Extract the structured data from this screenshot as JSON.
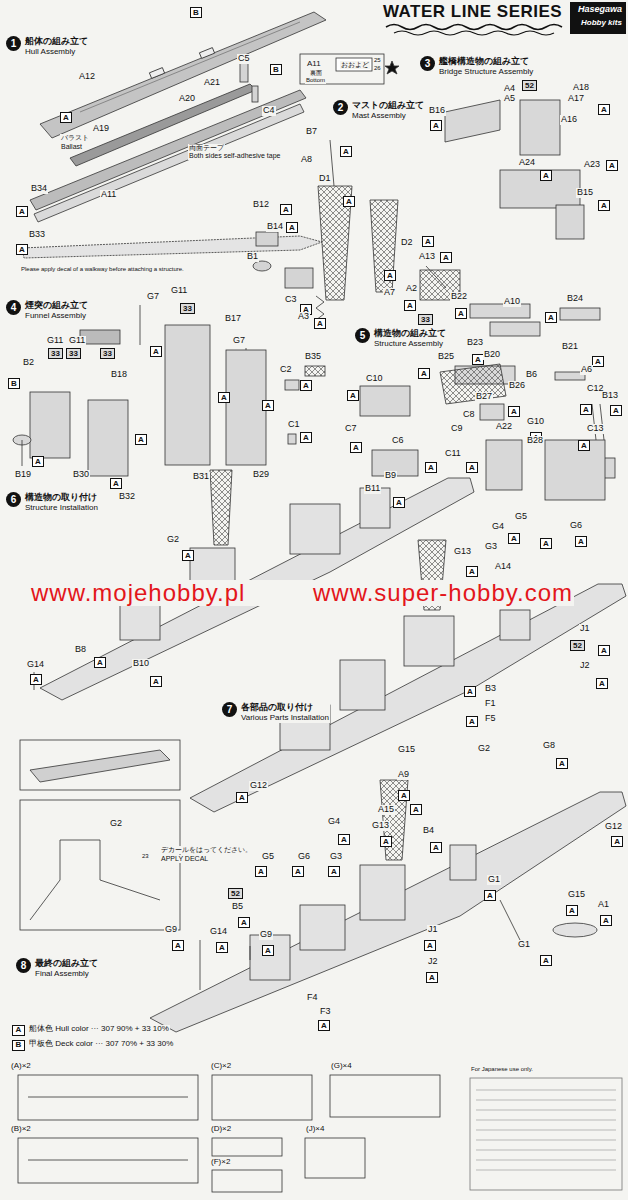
{
  "diagram": {
    "title": "WATER LINE SERIES",
    "nodes": [
      {
        "text": [
          "1",
          "船体の組み立て",
          "Hull Assembly"
        ]
      },
      {
        "text": [
          "2",
          "マストの組み立て",
          "Mast Assembly"
        ]
      },
      {
        "text": [
          "3",
          "艦橋構造物の組み立て",
          "Bridge Structure Assembly"
        ]
      },
      {
        "text": [
          "4",
          "煙突の組み立て",
          "Funnel Assembly"
        ]
      },
      {
        "text": [
          "5",
          "構造物の組み立て",
          "Structure Assembly"
        ]
      },
      {
        "text": [
          "6",
          "構造物の取り付け",
          "Structure Installation"
        ]
      },
      {
        "text": [
          "7",
          "各部品の取り付け",
          "Various Parts Installation"
        ]
      },
      {
        "text": [
          "8",
          "最終の組み立て",
          "Final Assembly"
        ]
      },
      {
        "text": [
          "B"
        ]
      },
      {
        "text": [
          "B"
        ]
      },
      {
        "text": [
          "A"
        ]
      },
      {
        "text": [
          "A"
        ]
      },
      {
        "text": [
          "A"
        ]
      },
      {
        "text": [
          "A"
        ]
      },
      {
        "text": [
          "A"
        ]
      },
      {
        "text": [
          "A"
        ]
      },
      {
        "text": [
          "A"
        ]
      },
      {
        "text": [
          "A"
        ]
      },
      {
        "text": [
          "A"
        ]
      },
      {
        "text": [
          "A"
        ]
      },
      {
        "text": [
          "A"
        ]
      },
      {
        "text": [
          "A"
        ]
      },
      {
        "text": [
          "A"
        ]
      },
      {
        "text": [
          "52"
        ]
      },
      {
        "text": [
          "A"
        ]
      },
      {
        "text": [
          "A"
        ]
      },
      {
        "text": [
          "A"
        ]
      },
      {
        "text": [
          "A"
        ]
      },
      {
        "text": [
          "A"
        ]
      },
      {
        "text": [
          "33"
        ]
      },
      {
        "text": [
          "A"
        ]
      },
      {
        "text": [
          "A"
        ]
      },
      {
        "text": [
          "A"
        ]
      },
      {
        "text": [
          "A"
        ]
      },
      {
        "text": [
          "A"
        ]
      },
      {
        "text": [
          "A"
        ]
      },
      {
        "text": [
          "33"
        ]
      },
      {
        "text": [
          "33"
        ]
      },
      {
        "text": [
          "33"
        ]
      },
      {
        "text": [
          "33"
        ]
      },
      {
        "text": [
          "A"
        ]
      },
      {
        "text": [
          "B"
        ]
      },
      {
        "text": [
          "A"
        ]
      },
      {
        "text": [
          "A"
        ]
      },
      {
        "text": [
          "A"
        ]
      },
      {
        "text": [
          "A"
        ]
      },
      {
        "text": [
          "A"
        ]
      },
      {
        "text": [
          "A"
        ]
      },
      {
        "text": [
          "A"
        ]
      },
      {
        "text": [
          "A"
        ]
      },
      {
        "text": [
          "A"
        ]
      },
      {
        "text": [
          "A"
        ]
      },
      {
        "text": [
          "A"
        ]
      },
      {
        "text": [
          "A"
        ]
      },
      {
        "text": [
          "A"
        ]
      },
      {
        "text": [
          "A"
        ]
      },
      {
        "text": [
          "A"
        ]
      },
      {
        "text": [
          "A"
        ]
      },
      {
        "text": [
          "A"
        ]
      },
      {
        "text": [
          "A"
        ]
      },
      {
        "text": [
          "A"
        ]
      },
      {
        "text": [
          "A"
        ]
      },
      {
        "text": [
          "A"
        ]
      },
      {
        "text": [
          "A"
        ]
      },
      {
        "text": [
          "A"
        ]
      },
      {
        "text": [
          "A"
        ]
      },
      {
        "text": [
          "52"
        ]
      },
      {
        "text": [
          "A"
        ]
      },
      {
        "text": [
          "A"
        ]
      },
      {
        "text": [
          "A"
        ]
      },
      {
        "text": [
          "A"
        ]
      },
      {
        "text": [
          "A"
        ]
      },
      {
        "text": [
          "A"
        ]
      },
      {
        "text": [
          "A"
        ]
      },
      {
        "text": [
          "A"
        ]
      },
      {
        "text": [
          "A"
        ]
      },
      {
        "text": [
          "A"
        ]
      },
      {
        "text": [
          "A"
        ]
      },
      {
        "text": [
          "A"
        ]
      },
      {
        "text": [
          "A"
        ]
      },
      {
        "text": [
          "A"
        ]
      },
      {
        "text": [
          "A"
        ]
      },
      {
        "text": [
          "52"
        ]
      },
      {
        "text": [
          "A"
        ]
      },
      {
        "text": [
          "A"
        ]
      },
      {
        "text": [
          "A"
        ]
      },
      {
        "text": [
          "A"
        ]
      },
      {
        "text": [
          "A"
        ]
      },
      {
        "text": [
          "A"
        ]
      },
      {
        "text": [
          "A"
        ]
      },
      {
        "text": [
          "A"
        ]
      },
      {
        "text": [
          "A"
        ]
      },
      {
        "text": [
          "A"
        ]
      },
      {
        "text": [
          "A"
        ]
      }
    ],
    "labels": [
      "Hasegawa",
      "Hobby kits",
      "A12",
      "C5",
      "A21",
      "A20",
      "C4",
      "A19",
      "バラスト",
      "Ballast",
      "両面テープ",
      "Both sides self-adhesive tape",
      "B34",
      "A11",
      "B33",
      "A11",
      "裏面",
      "Bottom",
      "おおよど",
      "25",
      "26",
      "Please apply decal of a walkway before attaching a structure.",
      "B7",
      "A8",
      "D1",
      "D2",
      "A13",
      "A7",
      "A3",
      "B12",
      "B14",
      "B1",
      "C3",
      "A2",
      "A4",
      "A5",
      "A18",
      "A17",
      "A16",
      "B16",
      "A24",
      "A23",
      "B15",
      "B22",
      "A10",
      "B24",
      "B23",
      "B21",
      "B27",
      "C12",
      "A22",
      "B28",
      "C13",
      "G7",
      "G11",
      "B17",
      "G11",
      "G11",
      "B18",
      "B2",
      "B19",
      "B30",
      "B32",
      "B31",
      "G7",
      "B29",
      "C2",
      "B35",
      "C1",
      "C10",
      "B25",
      "B20",
      "B26",
      "C8",
      "C9",
      "C7",
      "C6",
      "C11",
      "B6",
      "A6",
      "B13",
      "G10",
      "G2",
      "B11",
      "B9",
      "B8",
      "B10",
      "G14",
      "www.mojehobby.pl www.super-hobby.com",
      "G4",
      "G5",
      "G6",
      "G13",
      "G3",
      "A14",
      "J1",
      "J2",
      "B3",
      "F1",
      "F5",
      "G15",
      "A9",
      "G2",
      "G8",
      "G12",
      "G12",
      "G2",
      "G4",
      "A15",
      "G13",
      "B4",
      "G5",
      "G6",
      "G3",
      "B5",
      "23",
      "デカールをはってください。",
      "APPLY DECAL",
      "G9",
      "G14",
      "G9",
      "G1",
      "G1",
      "A1",
      "J1",
      "J2",
      "F4",
      "F3",
      "G15",
      "A",
      "B",
      "(A)×2",
      "(C)×2",
      "(G)×4",
      "(B)×2",
      "(D)×2",
      "(J)×4",
      "(F)×2",
      "For Japanese use only."
    ],
    "legend": [
      {
        "text": "船体色 Hull color ··· 307 90% + 33 10%"
      },
      {
        "text": "甲板色 Deck color ··· 307 70% + 33 30%"
      }
    ]
  }
}
